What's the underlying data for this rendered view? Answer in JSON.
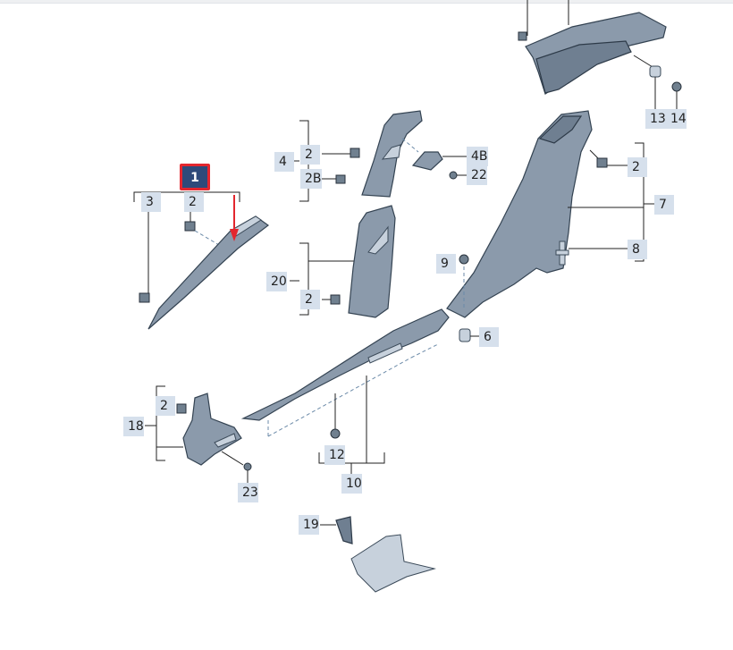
{
  "diagram_title": "",
  "colors": {
    "label_bg": "#d6e0ec",
    "selected_label_bg": "#2e4a7a",
    "selected_border": "#e3262e",
    "arrow": "#e3262e",
    "part_fill": "#8b9aab"
  },
  "labels": {
    "l1": "1",
    "l2_a": "2",
    "l2_b": "2",
    "l2_c": "2",
    "l2_d": "2",
    "l2_e": "2",
    "l2b": "2B",
    "l3": "3",
    "l4": "4",
    "l4b": "4B",
    "l6": "6",
    "l7": "7",
    "l8": "8",
    "l9": "9",
    "l10": "10",
    "l12": "12",
    "l13": "13",
    "l14": "14",
    "l18": "18",
    "l19": "19",
    "l20": "20",
    "l22": "22",
    "l23": "23"
  }
}
